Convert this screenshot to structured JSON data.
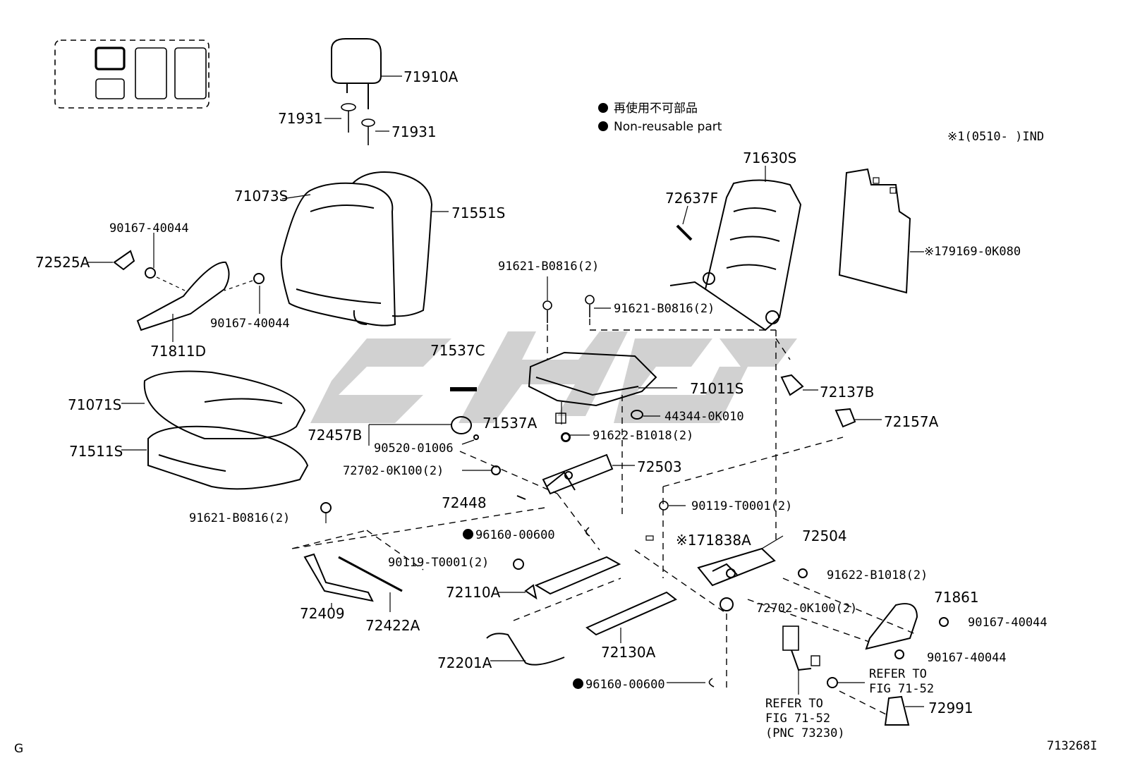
{
  "legend": {
    "jp": "再使用不可部品",
    "en": "Non-reusable part"
  },
  "note_range": "※1(0510-      )IND",
  "corner_left": "G",
  "corner_right": "713268I",
  "parts": {
    "p71910A": "71910A",
    "p71931a": "71931",
    "p71931b": "71931",
    "p71073S": "71073S",
    "p71551S": "71551S",
    "p90167_40044a": "90167-40044",
    "p72525A": "72525A",
    "p90167_40044b": "90167-40044",
    "p71811D": "71811D",
    "p71630S": "71630S",
    "p72637F": "72637F",
    "p179169": "※179169-0K080",
    "p91621_B0816a": "91621-B0816(2)",
    "p91621_B0816b": "91621-B0816(2)",
    "p71537C": "71537C",
    "p71011S": "71011S",
    "p72137B": "72137B",
    "p71071S": "71071S",
    "p44344": "44344-0K010",
    "p72157A": "72157A",
    "p71537A": "71537A",
    "p72457B": "72457B",
    "p91622_B1018a": "91622-B1018(2)",
    "p71511S": "71511S",
    "p90520": "90520-01006",
    "p72702a": "72702-0K100(2)",
    "p72503": "72503",
    "p72448": "72448",
    "p90119a": "90119-T0001(2)",
    "p91621_B0816c": "91621-B0816(2)",
    "p96160a": "96160-00600",
    "p71838A": "※171838A",
    "p72504": "72504",
    "p90119b": "90119-T0001(2)",
    "p91622_B1018b": "91622-B1018(2)",
    "p72110A": "72110A",
    "p72702b": "72702-0K100(2)",
    "p71861": "71861",
    "p72409": "72409",
    "p72422A": "72422A",
    "p90167_40044c": "90167-40044",
    "p72130A": "72130A",
    "p90167_40044d": "90167-40044",
    "p72201A": "72201A",
    "p96160b": "96160-00600",
    "p72991": "72991"
  },
  "refer_right": "REFER TO\nFIG 71-52",
  "refer_bottom": "REFER TO\nFIG 71-52\n(PNC 73230)"
}
